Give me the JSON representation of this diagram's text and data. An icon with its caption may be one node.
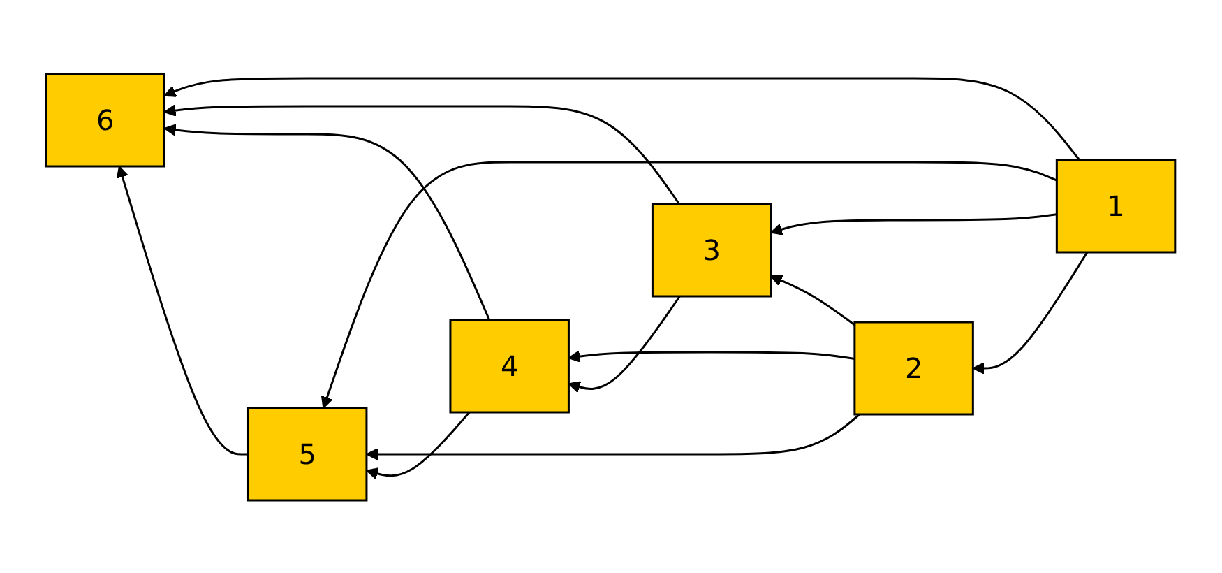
{
  "diagram": {
    "nodes": [
      {
        "text": [
          "1"
        ]
      },
      {
        "text": [
          "2"
        ]
      },
      {
        "text": [
          "3"
        ]
      },
      {
        "text": [
          "4"
        ]
      },
      {
        "text": [
          "5"
        ]
      },
      {
        "text": [
          "6"
        ]
      }
    ],
    "edges": [
      {
        "from": 0,
        "to": 1,
        "arrow": "to"
      },
      {
        "from": 0,
        "to": 2,
        "arrow": "to"
      },
      {
        "from": 0,
        "to": 5,
        "arrow": "to"
      },
      {
        "from": 0,
        "to": 4,
        "arrow": "to"
      },
      {
        "from": 1,
        "to": 2,
        "arrow": "to"
      },
      {
        "from": 1,
        "to": 4,
        "arrow": "to"
      },
      {
        "from": 1,
        "to": 3,
        "arrow": "to"
      },
      {
        "from": 2,
        "to": 5,
        "arrow": "to"
      },
      {
        "from": 2,
        "to": 3,
        "arrow": "to"
      },
      {
        "from": 3,
        "to": 5,
        "arrow": "to"
      },
      {
        "from": 3,
        "to": 4,
        "arrow": "to"
      },
      {
        "from": 4,
        "to": 5,
        "arrow": "to"
      }
    ]
  }
}
